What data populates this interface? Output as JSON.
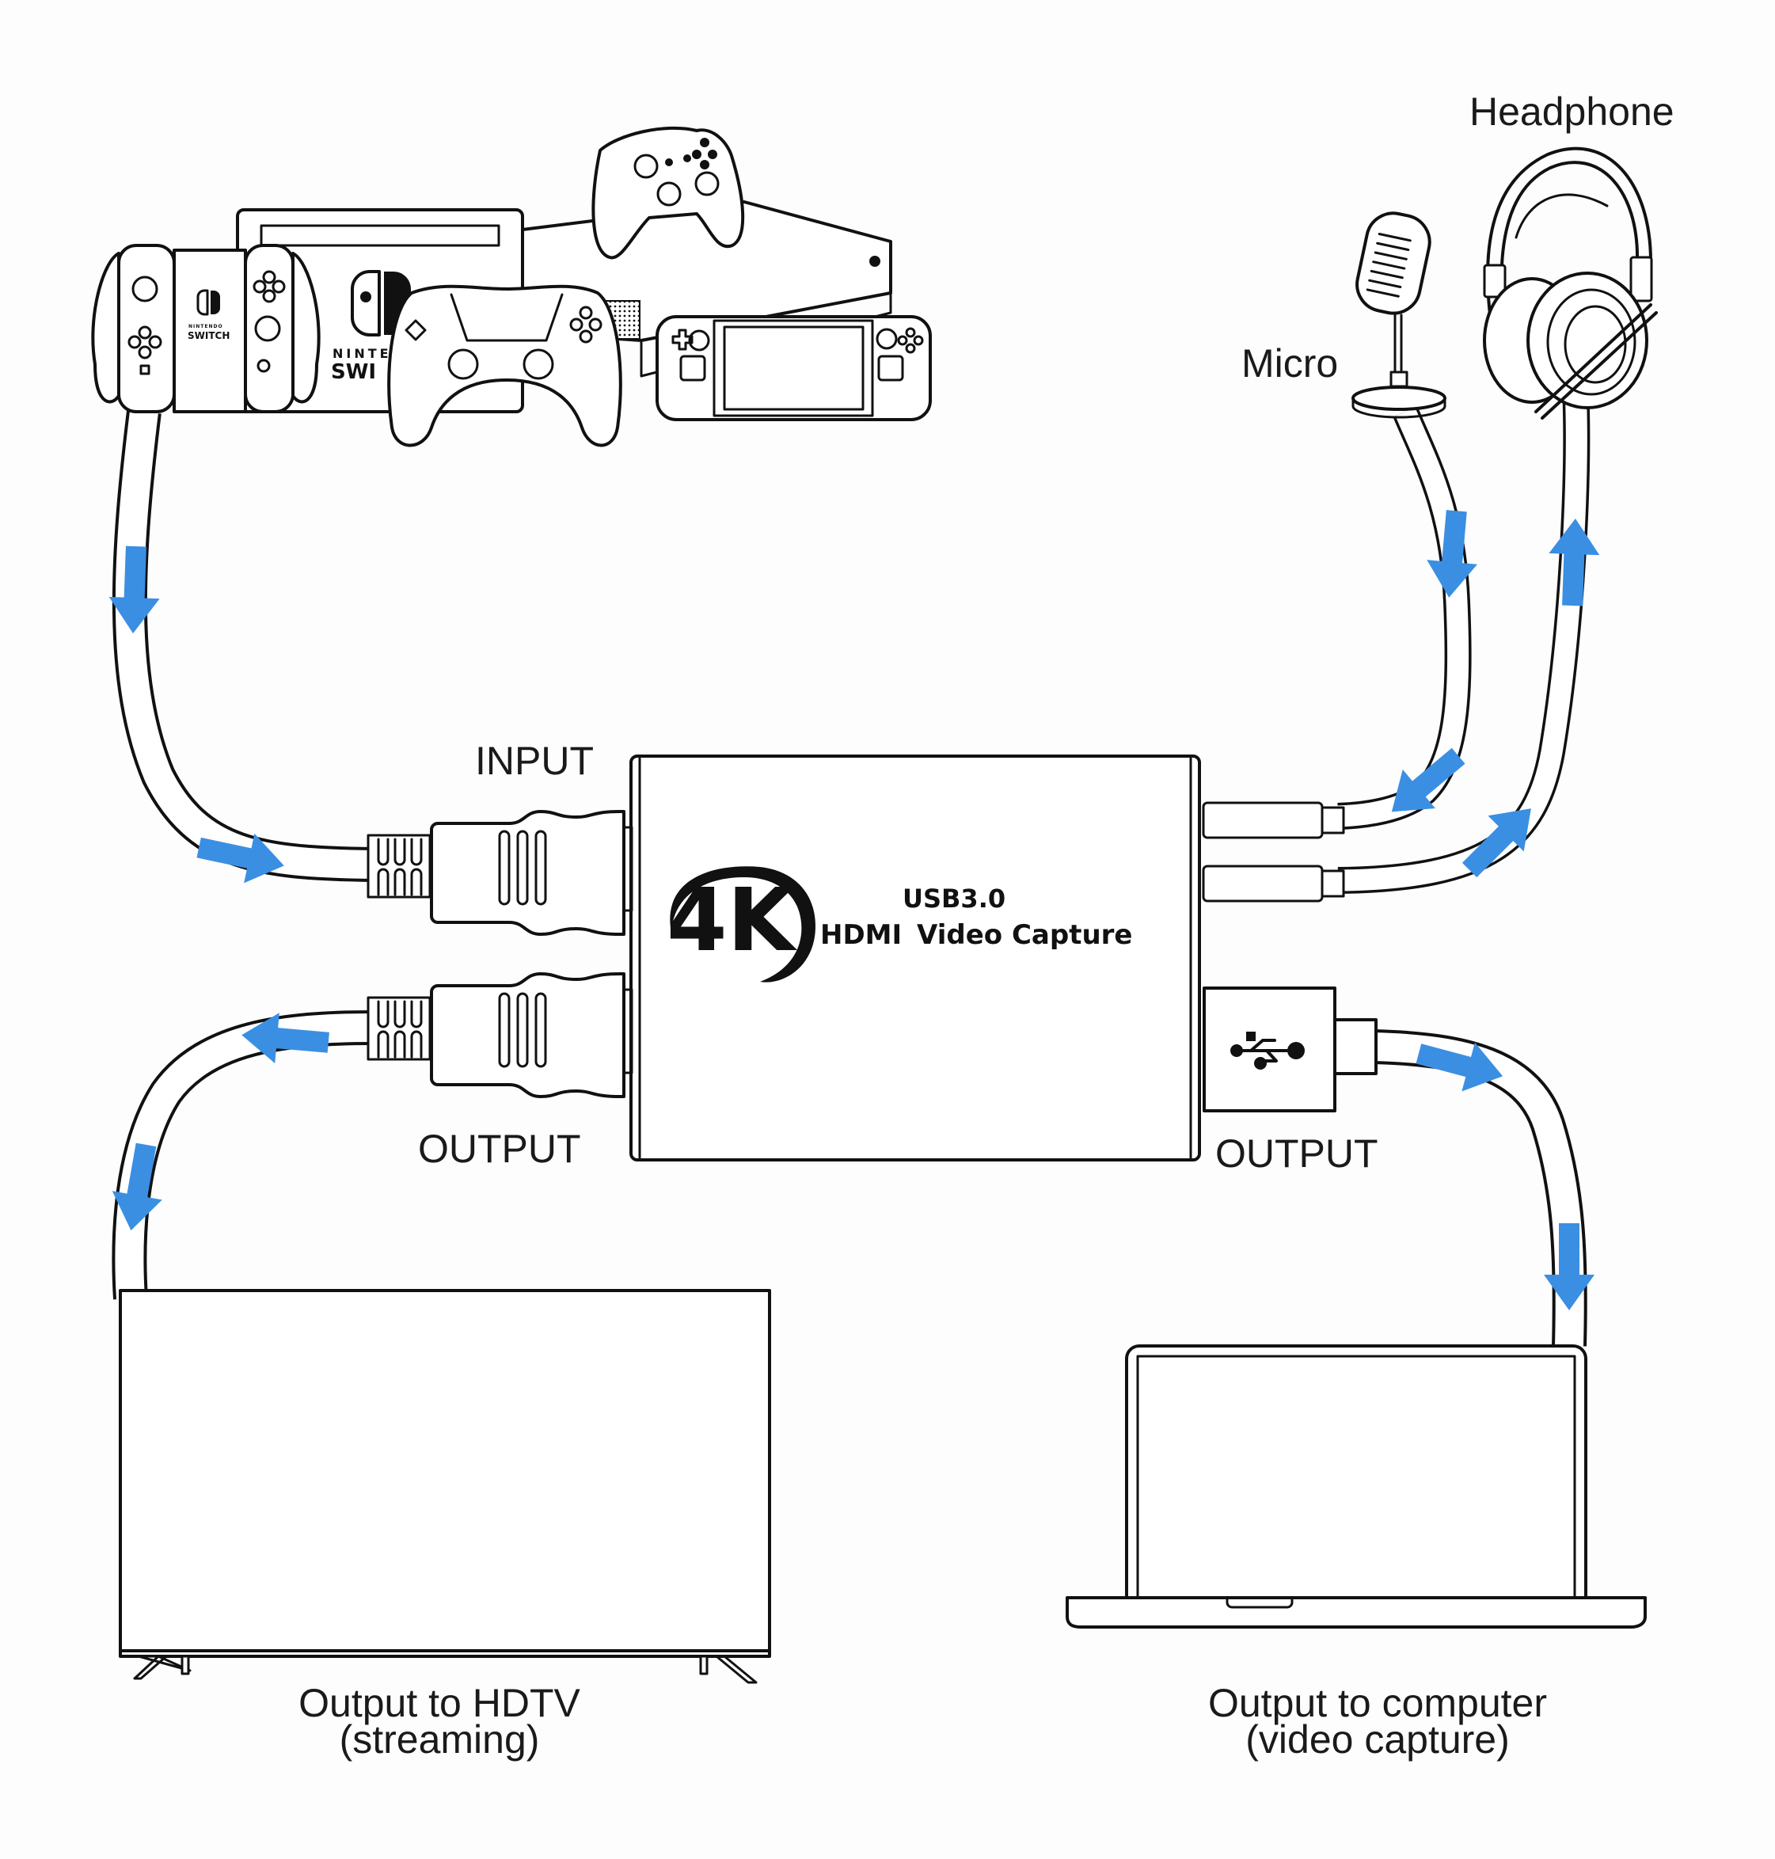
{
  "labels": {
    "headphone": "Headphone",
    "micro": "Micro",
    "input": "INPUT",
    "output_hdmi": "OUTPUT",
    "output_usb": "OUTPUT",
    "tv_line1": "Output to HDTV",
    "tv_line2": "(streaming)",
    "computer_line1": "Output to computer",
    "computer_line2": "(video capture)"
  },
  "device": {
    "badge": "4K",
    "line1": "USB3.0",
    "line2_prefix": "HDMI",
    "line2_suffix": "Video Capture"
  },
  "consoles": {
    "switch_small_brand": "NINTENDO",
    "switch_small_name": "SWITCH",
    "switch_dock_brand": "NINTE",
    "switch_dock_name": "SWI"
  },
  "icons": {
    "usb": "usb-icon",
    "arrows": "flow-arrow"
  },
  "colors": {
    "arrow": "#3b8fe2",
    "line": "#111111",
    "background": "#fdfdfd"
  }
}
